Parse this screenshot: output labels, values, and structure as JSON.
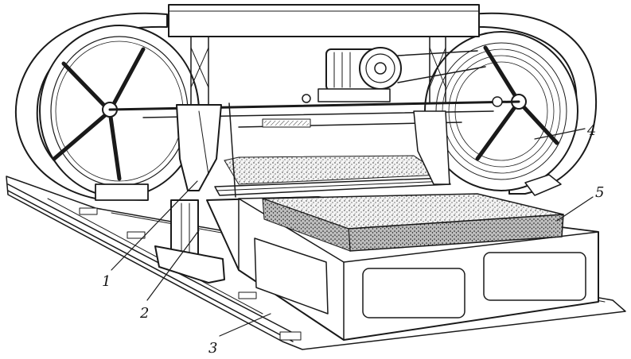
{
  "figure": {
    "callouts": [
      {
        "label": "1"
      },
      {
        "label": "2"
      },
      {
        "label": "3"
      },
      {
        "label": "4"
      },
      {
        "label": "5"
      }
    ]
  }
}
